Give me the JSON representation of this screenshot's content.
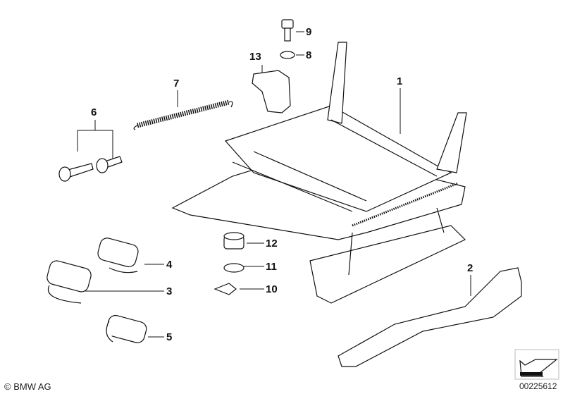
{
  "callouts": {
    "p1": "1",
    "p2": "2",
    "p3": "3",
    "p4": "4",
    "p5": "5",
    "p6": "6",
    "p7": "7",
    "p8": "8",
    "p9": "9",
    "p10": "10",
    "p11": "11",
    "p12": "12",
    "p13": "13"
  },
  "footer": {
    "copyright": "© BMW AG",
    "diagram_number": "00225612"
  },
  "colors": {
    "line": "#111111",
    "background": "#ffffff"
  }
}
